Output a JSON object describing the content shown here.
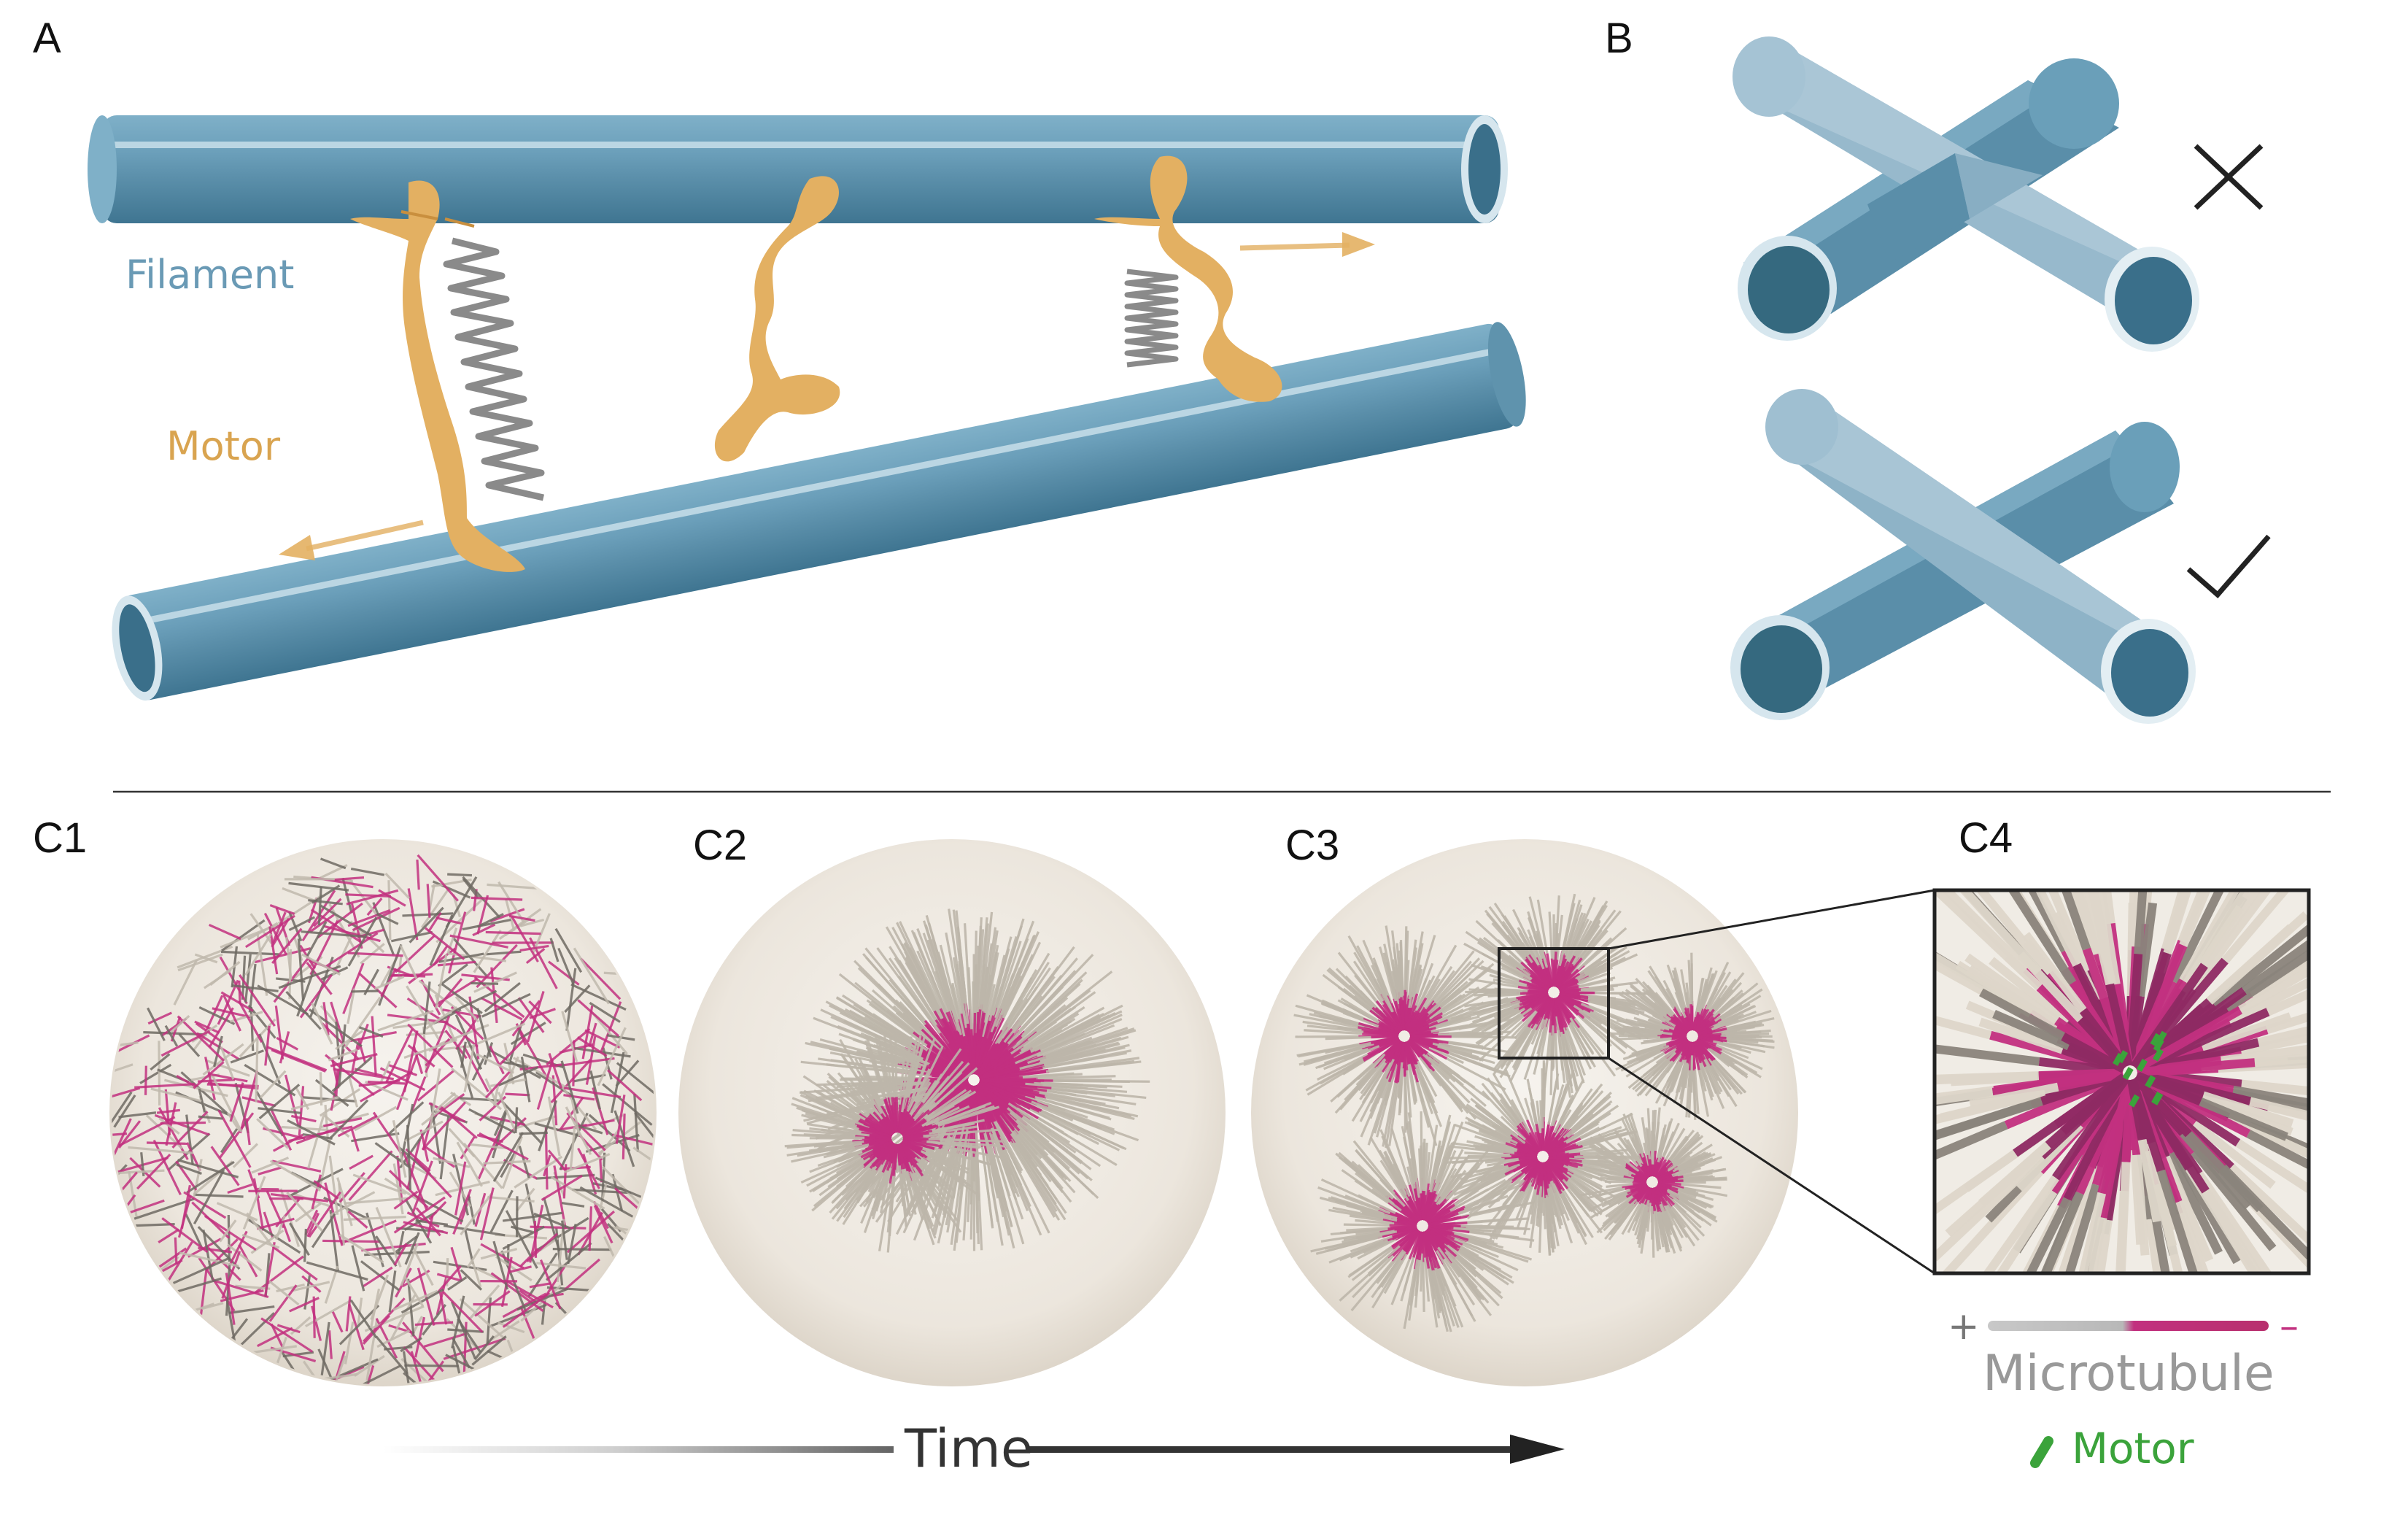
{
  "panels": {
    "a": "A",
    "b": "B",
    "c1": "C1",
    "c2": "C2",
    "c3": "C3",
    "c4": "C4"
  },
  "labels": {
    "filament": "Filament",
    "motor": "Motor",
    "microtubule": "Microtubule",
    "motor_legend": "Motor",
    "time": "Time",
    "plus": "+",
    "minus": "–"
  },
  "colors": {
    "filament": "#5f93ad",
    "motor": "#e3b062",
    "plus_end": "#c9c3b8",
    "minus_end": "#c2307f",
    "motor_legend": "#3ba33b"
  }
}
